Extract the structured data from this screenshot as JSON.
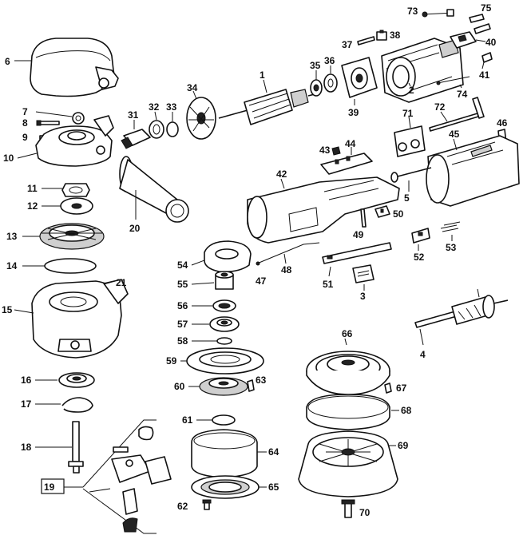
{
  "labels": {
    "p1": "1",
    "p2": "2",
    "p3": "3",
    "p4": "4",
    "p5": "5",
    "p6": "6",
    "p7": "7",
    "p8": "8",
    "p9": "9",
    "p10": "10",
    "p11": "11",
    "p12": "12",
    "p13": "13",
    "p14": "14",
    "p15": "15",
    "p16": "16",
    "p17": "17",
    "p18": "18",
    "p19": "19",
    "p20": "20",
    "p21": "21",
    "p31": "31",
    "p32": "32",
    "p33": "33",
    "p34": "34",
    "p35": "35",
    "p36": "36",
    "p37": "37",
    "p38": "38",
    "p39": "39",
    "p40": "40",
    "p41": "41",
    "p42": "42",
    "p43": "43",
    "p44": "44",
    "p45": "45",
    "p46": "46",
    "p47": "47",
    "p48": "48",
    "p49": "49",
    "p50": "50",
    "p51": "51",
    "p52": "52",
    "p53": "53",
    "p54": "54",
    "p55": "55",
    "p56": "56",
    "p57": "57",
    "p58": "58",
    "p59": "59",
    "p60": "60",
    "p61": "61",
    "p62": "62",
    "p63": "63",
    "p64": "64",
    "p65": "65",
    "p66": "66",
    "p67": "67",
    "p68": "68",
    "p69": "69",
    "p70": "70",
    "p71": "71",
    "p72": "72",
    "p73": "73",
    "p74": "74",
    "p75": "75"
  }
}
